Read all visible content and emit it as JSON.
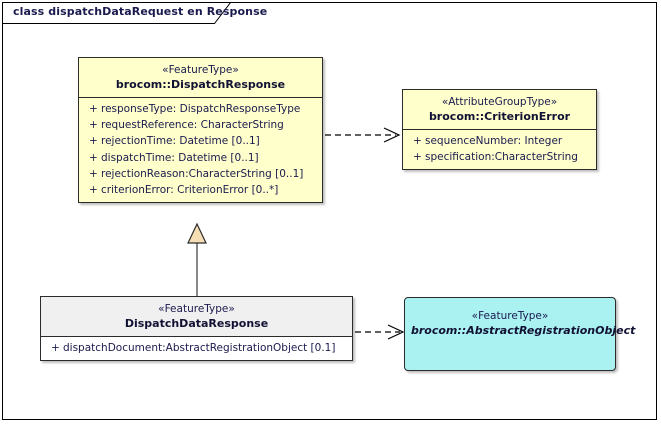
{
  "frame": {
    "title": "class dispatchDataRequest en Response"
  },
  "classes": {
    "dispatch_response": {
      "stereotype": "«FeatureType»",
      "name": "brocom::DispatchResponse",
      "attributes": [
        {
          "visibility": "+",
          "text": "responseType: DispatchResponseType"
        },
        {
          "visibility": "+",
          "text": "requestReference: CharacterString"
        },
        {
          "visibility": "+",
          "text": "rejectionTime: Datetime [0..1]"
        },
        {
          "visibility": "+",
          "text": "dispatchTime: Datetime [0..1]"
        },
        {
          "visibility": "+",
          "text": "rejectionReason:CharacterString [0..1]"
        },
        {
          "visibility": "+",
          "text": "criterionError: CriterionError [0..*]"
        }
      ]
    },
    "criterion_error": {
      "stereotype": "«AttributeGroupType»",
      "name": "brocom::CriterionError",
      "attributes": [
        {
          "visibility": "+",
          "text": "sequenceNumber: Integer"
        },
        {
          "visibility": "+",
          "text": "specification:CharacterString"
        }
      ]
    },
    "dispatch_data_response": {
      "stereotype": "«FeatureType»",
      "name": "DispatchDataResponse",
      "attributes": [
        {
          "visibility": "+",
          "text": "dispatchDocument:AbstractRegistrationObject [0.1]"
        }
      ]
    },
    "abstract_registration_object": {
      "stereotype": "«FeatureType»",
      "name": "brocom::AbstractRegistrationObject",
      "attributes": []
    }
  },
  "connectors": [
    {
      "name": "dependency-dispatch-response-to-criterion-error",
      "type": "dependency"
    },
    {
      "name": "generalization-dispatch-data-response-to-dispatch-response",
      "type": "generalization"
    },
    {
      "name": "dependency-dispatch-data-response-to-abstract-registration-object",
      "type": "dependency"
    }
  ],
  "colors": {
    "feature_type_fill": "#FFFFCC",
    "abstract_fill": "#AAF2F2",
    "plain_header_fill": "#F0F0F0",
    "border": "#2B2B2B",
    "text": "#1A1A4E",
    "generalization_arrow_fill": "#F5DEB3"
  }
}
